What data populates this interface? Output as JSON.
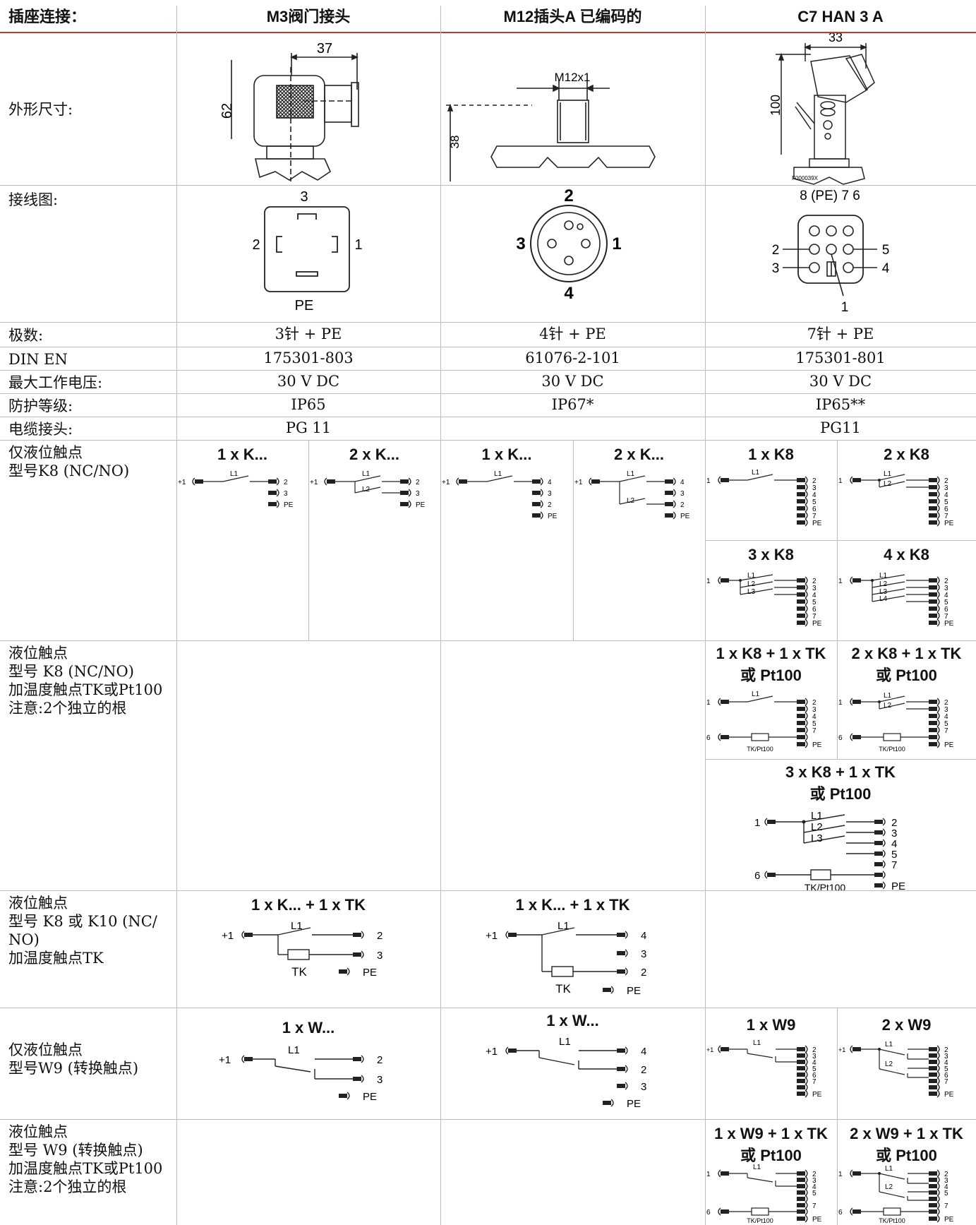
{
  "header": {
    "col0": "插座连接：",
    "col1": "M3阀门接头",
    "col2": "M12插头A 已编码的",
    "col3": "C7 HAN 3 A"
  },
  "rows": {
    "dimensions": {
      "label": "外形尺寸:",
      "m3": {
        "w": "37",
        "h": "62"
      },
      "m12": {
        "thread": "M12x1",
        "h": "38"
      },
      "c7": {
        "w": "33",
        "h": "100",
        "code": "F000039X"
      }
    },
    "wiring": {
      "label": "接线图:",
      "m3": {
        "top": "3",
        "left": "2",
        "right": "1",
        "bottom": "PE"
      },
      "m12": {
        "top": "2",
        "left": "3",
        "right": "1",
        "bottom": "4"
      },
      "c7": {
        "top": "8 (PE) 7  6",
        "l2": "2",
        "l3": "3",
        "r5": "5",
        "r4": "4",
        "b1": "1"
      }
    },
    "poles": {
      "label": "极数:",
      "m3": "3针 + PE",
      "m12": "4针 + PE",
      "c7": "7针 + PE"
    },
    "din": {
      "label": "DIN EN",
      "m3": "175301-803",
      "m12": "61076-2-101",
      "c7": "175301-801"
    },
    "voltage": {
      "label": "最大工作电压:",
      "m3": "30 V DC",
      "m12": "30 V DC",
      "c7": "30 V DC"
    },
    "protection": {
      "label": "防护等级:",
      "m3": "IP65",
      "m12": "IP67*",
      "c7": "IP65**"
    },
    "cable": {
      "label": "电缆接头:",
      "m3": "PG 11",
      "m12": "",
      "c7": "PG11"
    },
    "k8_only": {
      "label": "仅液位触点\n型号K8 (NC/NO)",
      "titles": [
        "1 x K...",
        "2 x K...",
        "1 x K...",
        "2 x K...",
        "1 x K8",
        "2 x K8",
        "3 x K8",
        "4 x K8"
      ]
    },
    "k8_tk": {
      "label": "液位触点\n型号 K8 (NC/NO)\n加温度触点TK或Pt100\n注意:2个独立的根",
      "titles": [
        "1 x K8 + 1 x TK\n或 Pt100",
        "2 x K8 + 1 x TK\n或 Pt100",
        "3 x K8 + 1 x TK\n或 Pt100"
      ]
    },
    "k10_tk": {
      "label": "液位触点\n型号 K8 或 K10 (NC/\nNO)\n加温度触点TK",
      "titles": [
        "1 x K... + 1 x TK",
        "1 x K... + 1 x TK"
      ]
    },
    "w9_only": {
      "label": "仅液位触点\n型号W9 (转换触点)",
      "titles": [
        "1 x W...",
        "1 x W...",
        "1 x W9",
        "2 x W9"
      ]
    },
    "w9_tk": {
      "label": "液位触点\n型号 W9 (转换触点)\n加温度触点TK或Pt100\n注意:2个独立的根",
      "titles": [
        "1 x W9 + 1 x TK\n或 Pt100",
        "2 x W9 + 1 x TK\n或 Pt100"
      ]
    }
  },
  "schem": {
    "plus1": "+1",
    "one": "1",
    "six": "6",
    "L1": "L1",
    "L2": "L2",
    "L3": "L3",
    "L4": "L4",
    "TK": "TK",
    "TKPt": "TK/Pt100",
    "PE": "PE",
    "n2": "2",
    "n3": "3",
    "n4": "4",
    "n5": "5",
    "n6": "6",
    "n7": "7"
  }
}
